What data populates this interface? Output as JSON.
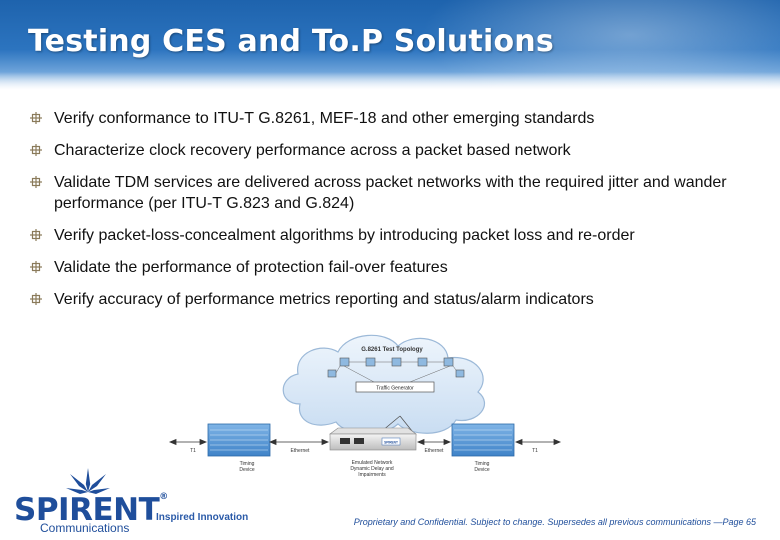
{
  "slide": {
    "title": "Testing CES and To.P Solutions",
    "bullets": [
      "Verify conformance to ITU-T G.8261, MEF-18 and other emerging standards",
      "Characterize clock recovery performance across a packet based network",
      "Validate TDM services are delivered across packet networks with the required jitter and wander performance (per ITU-T G.823 and G.824)",
      "Verify packet-loss-concealment algorithms by introducing packet loss and re-order",
      "Validate the performance of protection fail-over features",
      "Verify accuracy of performance metrics reporting and status/alarm indicators"
    ]
  },
  "diagram": {
    "cloud_title": "G.8261 Test Topology",
    "traffic_generator": "Traffic Generator",
    "left_link": "T1",
    "right_link": "T1",
    "left_ethernet": "Ethernet",
    "right_ethernet": "Ethernet",
    "left_device": [
      "Timing",
      "Device"
    ],
    "right_device": [
      "Timing",
      "Device"
    ],
    "emulator_label": [
      "Emulated Network",
      "Dynamic Delay and",
      "Impairments"
    ],
    "emulator_brand": "SPIRENT"
  },
  "branding": {
    "logo_text": "SPIRENT",
    "logo_reg": "®",
    "logo_sub": "Communications",
    "tagline": "Inspired Innovation"
  },
  "footer": {
    "text": "Proprietary and Confidential. Subject to change. Supersedes all previous communications —Page 65"
  },
  "colors": {
    "header": "#2c74bf",
    "bullet_icon": "#8a7a5a",
    "brand_blue": "#1f4e9b",
    "cloud": "#d6e6f7"
  }
}
